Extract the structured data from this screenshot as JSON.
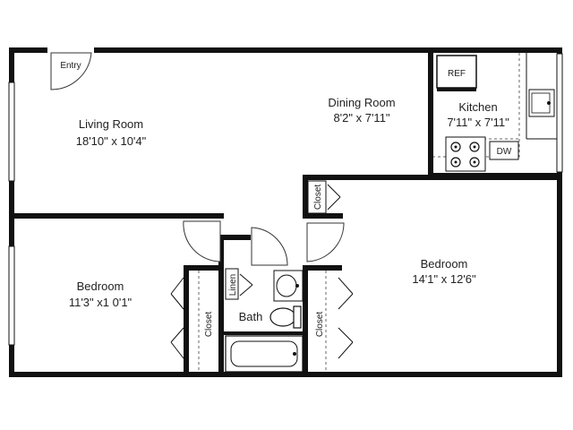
{
  "rooms": {
    "entry": {
      "label": "Entry"
    },
    "living_room": {
      "name": "Living Room",
      "dims": "18'10\" x 10'4\""
    },
    "dining_room": {
      "name": "Dining Room",
      "dims": "8'2\" x 7'11\""
    },
    "kitchen": {
      "name": "Kitchen",
      "dims": "7'11\" x 7'11\""
    },
    "bedroom_left": {
      "name": "Bedroom",
      "dims": "11'3\" x1 0'1\""
    },
    "bedroom_right": {
      "name": "Bedroom",
      "dims": "14'1\" x 12'6\""
    },
    "bath": {
      "name": "Bath"
    }
  },
  "fixtures": {
    "ref": "REF",
    "dw": "DW",
    "linen": "Linen",
    "closet_top": "Closet",
    "closet_left": "Closet",
    "closet_right": "Closet"
  }
}
